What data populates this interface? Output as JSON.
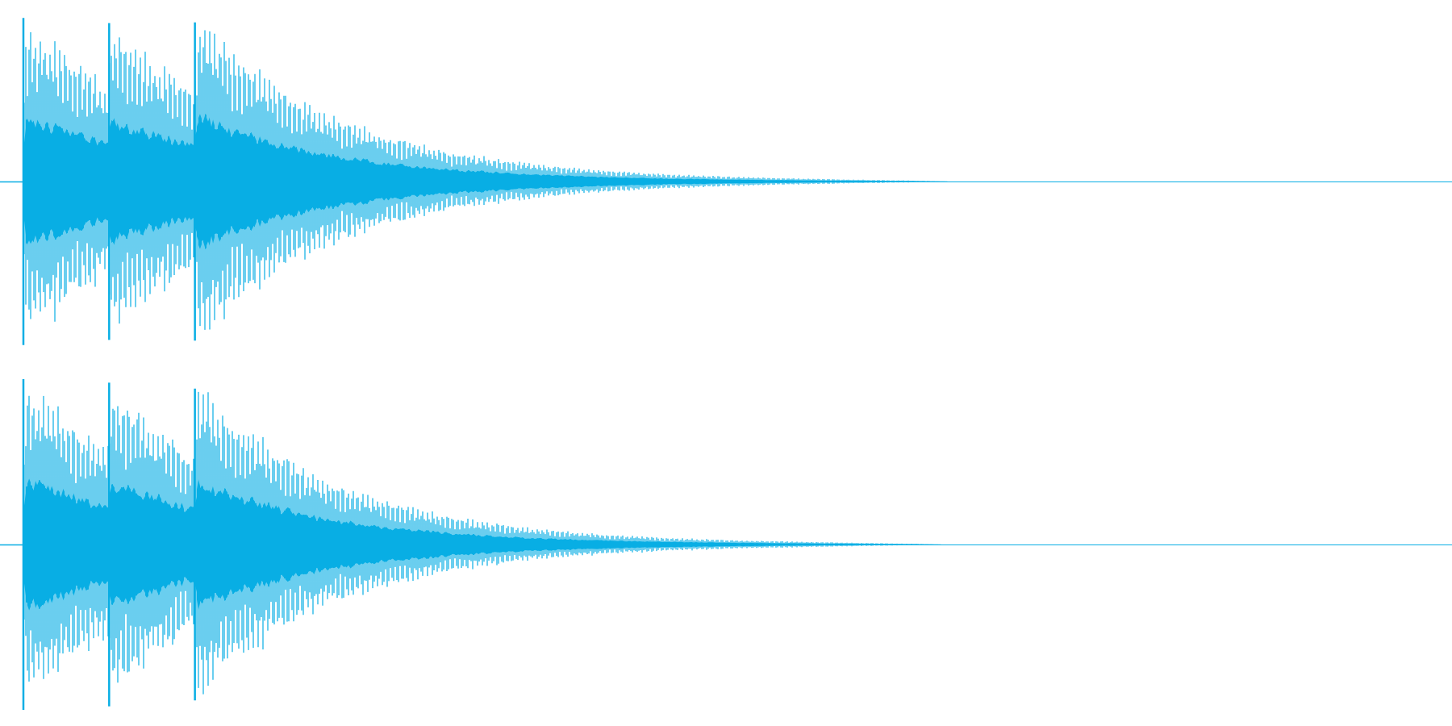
{
  "colors": {
    "background": "#ffffff",
    "waveform": "#08aee4"
  },
  "chart_data": {
    "type": "area",
    "title": "",
    "xlabel": "",
    "ylabel": "",
    "xlim": [
      0,
      1.0
    ],
    "ylim": [
      -1,
      1
    ],
    "grid": false,
    "legend": "none",
    "channels": [
      {
        "name": "",
        "color": "#08aee4",
        "onsets": [
          0.0,
          0.06,
          0.12
        ],
        "envelope": {
          "x": [
            0.0,
            0.002,
            0.03,
            0.059,
            0.06,
            0.062,
            0.09,
            0.119,
            0.12,
            0.123,
            0.15,
            0.2,
            0.25,
            0.3,
            0.35,
            0.4,
            0.45,
            0.5,
            0.55,
            0.6,
            0.632,
            0.65,
            1.0
          ],
          "y": [
            0.0,
            0.96,
            0.78,
            0.58,
            0.6,
            0.93,
            0.74,
            0.56,
            0.58,
            1.0,
            0.76,
            0.46,
            0.29,
            0.18,
            0.115,
            0.072,
            0.045,
            0.028,
            0.017,
            0.009,
            0.004,
            0.0,
            0.0
          ]
        }
      },
      {
        "name": "",
        "color": "#08aee4",
        "onsets": [
          0.0,
          0.06,
          0.12
        ],
        "envelope": {
          "x": [
            0.0,
            0.002,
            0.03,
            0.059,
            0.06,
            0.062,
            0.09,
            0.119,
            0.12,
            0.123,
            0.15,
            0.2,
            0.25,
            0.3,
            0.35,
            0.4,
            0.45,
            0.5,
            0.55,
            0.6,
            0.627,
            0.645,
            1.0
          ],
          "y": [
            0.0,
            0.97,
            0.79,
            0.57,
            0.59,
            0.95,
            0.75,
            0.55,
            0.57,
            0.98,
            0.74,
            0.44,
            0.27,
            0.17,
            0.105,
            0.066,
            0.041,
            0.026,
            0.016,
            0.008,
            0.004,
            0.0,
            0.0
          ]
        }
      }
    ]
  }
}
